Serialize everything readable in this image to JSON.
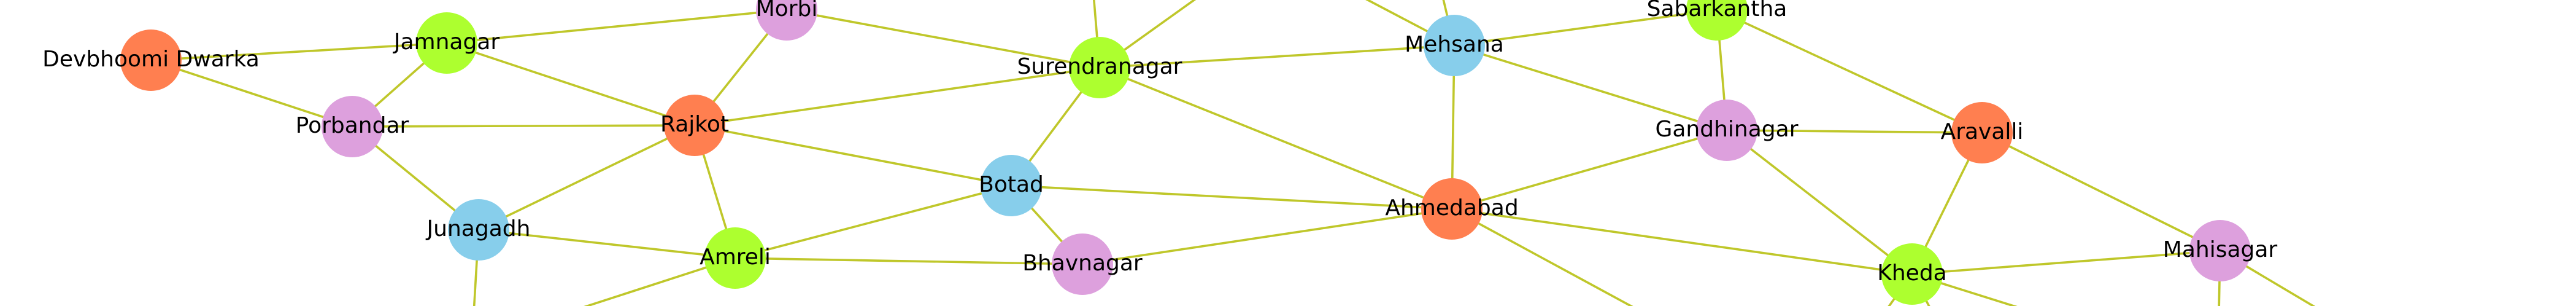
{
  "diagram": {
    "colors": {
      "edge": "#bfc72a",
      "orange": "#ff7f50",
      "green": "#adff2f",
      "blue": "#87ceeb",
      "violet": "#dda0dd"
    },
    "nodes": [
      {
        "id": "devbhoomi-dwarka",
        "label": "Devbhoomi Dwarka",
        "color": "orange"
      },
      {
        "id": "jamnagar",
        "label": "Jamnagar",
        "color": "green"
      },
      {
        "id": "morbi",
        "label": "Morbi",
        "color": "violet"
      },
      {
        "id": "surendranagar",
        "label": "Surendranagar",
        "color": "green"
      },
      {
        "id": "mehsana",
        "label": "Mehsana",
        "color": "blue"
      },
      {
        "id": "sabarkantha",
        "label": "Sabarkantha",
        "color": "green"
      },
      {
        "id": "porbandar",
        "label": "Porbandar",
        "color": "violet"
      },
      {
        "id": "rajkot",
        "label": "Rajkot",
        "color": "orange"
      },
      {
        "id": "gandhinagar",
        "label": "Gandhinagar",
        "color": "violet"
      },
      {
        "id": "aravalli",
        "label": "Aravalli",
        "color": "orange"
      },
      {
        "id": "botad",
        "label": "Botad",
        "color": "blue"
      },
      {
        "id": "ahmedabad",
        "label": "Ahmedabad",
        "color": "orange"
      },
      {
        "id": "junagadh",
        "label": "Junagadh",
        "color": "blue"
      },
      {
        "id": "amreli",
        "label": "Amreli",
        "color": "green"
      },
      {
        "id": "bhavnagar",
        "label": "Bhavnagar",
        "color": "violet"
      },
      {
        "id": "kheda",
        "label": "Kheda",
        "color": "green"
      },
      {
        "id": "mahisagar",
        "label": "Mahisagar",
        "color": "violet"
      }
    ],
    "edges": [
      [
        "devbhoomi-dwarka",
        "jamnagar"
      ],
      [
        "devbhoomi-dwarka",
        "porbandar"
      ],
      [
        "jamnagar",
        "morbi"
      ],
      [
        "jamnagar",
        "porbandar"
      ],
      [
        "jamnagar",
        "rajkot"
      ],
      [
        "morbi",
        "rajkot"
      ],
      [
        "morbi",
        "surendranagar"
      ],
      [
        "porbandar",
        "rajkot"
      ],
      [
        "porbandar",
        "junagadh"
      ],
      [
        "rajkot",
        "surendranagar"
      ],
      [
        "rajkot",
        "botad"
      ],
      [
        "rajkot",
        "junagadh"
      ],
      [
        "rajkot",
        "amreli"
      ],
      [
        "surendranagar",
        "mehsana"
      ],
      [
        "surendranagar",
        "botad"
      ],
      [
        "surendranagar",
        "ahmedabad"
      ],
      [
        "mehsana",
        "sabarkantha"
      ],
      [
        "mehsana",
        "gandhinagar"
      ],
      [
        "mehsana",
        "ahmedabad"
      ],
      [
        "sabarkantha",
        "gandhinagar"
      ],
      [
        "sabarkantha",
        "aravalli"
      ],
      [
        "gandhinagar",
        "aravalli"
      ],
      [
        "gandhinagar",
        "ahmedabad"
      ],
      [
        "gandhinagar",
        "kheda"
      ],
      [
        "aravalli",
        "kheda"
      ],
      [
        "aravalli",
        "mahisagar"
      ],
      [
        "botad",
        "ahmedabad"
      ],
      [
        "botad",
        "amreli"
      ],
      [
        "botad",
        "bhavnagar"
      ],
      [
        "ahmedabad",
        "bhavnagar"
      ],
      [
        "ahmedabad",
        "kheda"
      ],
      [
        "junagadh",
        "amreli"
      ],
      [
        "amreli",
        "bhavnagar"
      ],
      [
        "kheda",
        "mahisagar"
      ]
    ]
  }
}
